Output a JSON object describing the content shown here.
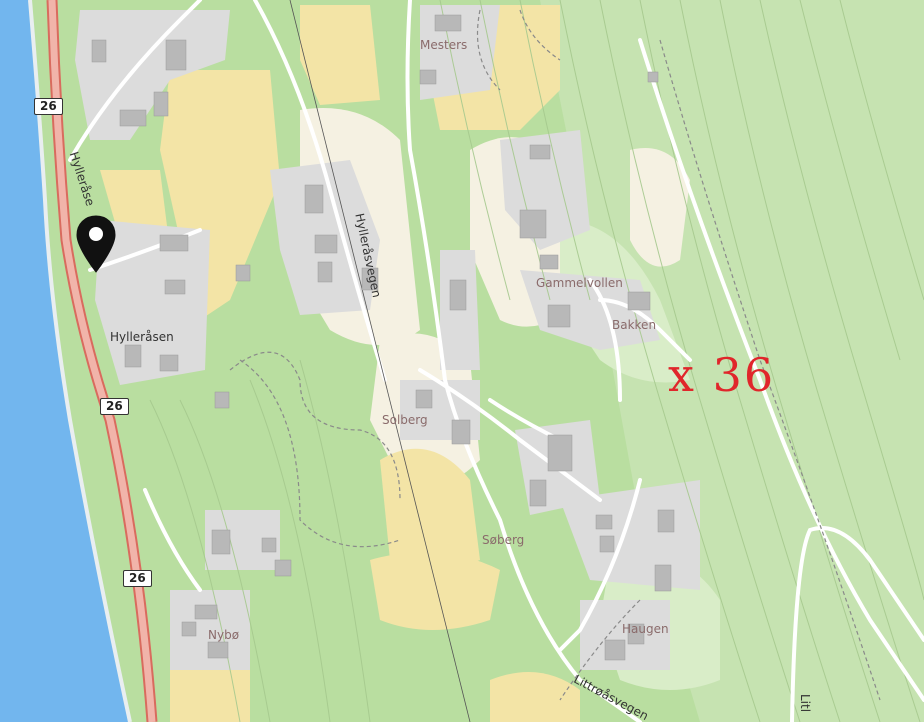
{
  "map": {
    "colors": {
      "water": "#72b6ee",
      "forest": "#b9dea0",
      "forest_light": "#cfe8be",
      "farmland": "#f3e4a6",
      "open_land": "#f5f1e2",
      "residential": "#dcdcdc",
      "building": "#b8b8b8",
      "main_road_fill": "#f1b4aa",
      "main_road_casing": "#d96b5e",
      "road": "#ffffff",
      "contour": "#a6c98e",
      "annotation_red": "#e0262b"
    },
    "route_shields": [
      "26",
      "26",
      "26"
    ],
    "place_labels": {
      "mesters": "Mesters",
      "gammelvollen": "Gammelvollen",
      "bakken": "Bakken",
      "hylleraasen": "Hylleråsen",
      "solberg": "Solberg",
      "soberg": "Søberg",
      "haugen": "Haugen",
      "nybo": "Nybø"
    },
    "road_labels": {
      "hylleraasvegen": "Hylleråsvegen",
      "hylleras_partial": "Hylleråse",
      "littrøasvegen": "Littrøåsvegen",
      "litl_partial": "Litl"
    },
    "annotation": {
      "text": "x 36"
    },
    "marker": {
      "icon": "location-pin-icon"
    }
  }
}
